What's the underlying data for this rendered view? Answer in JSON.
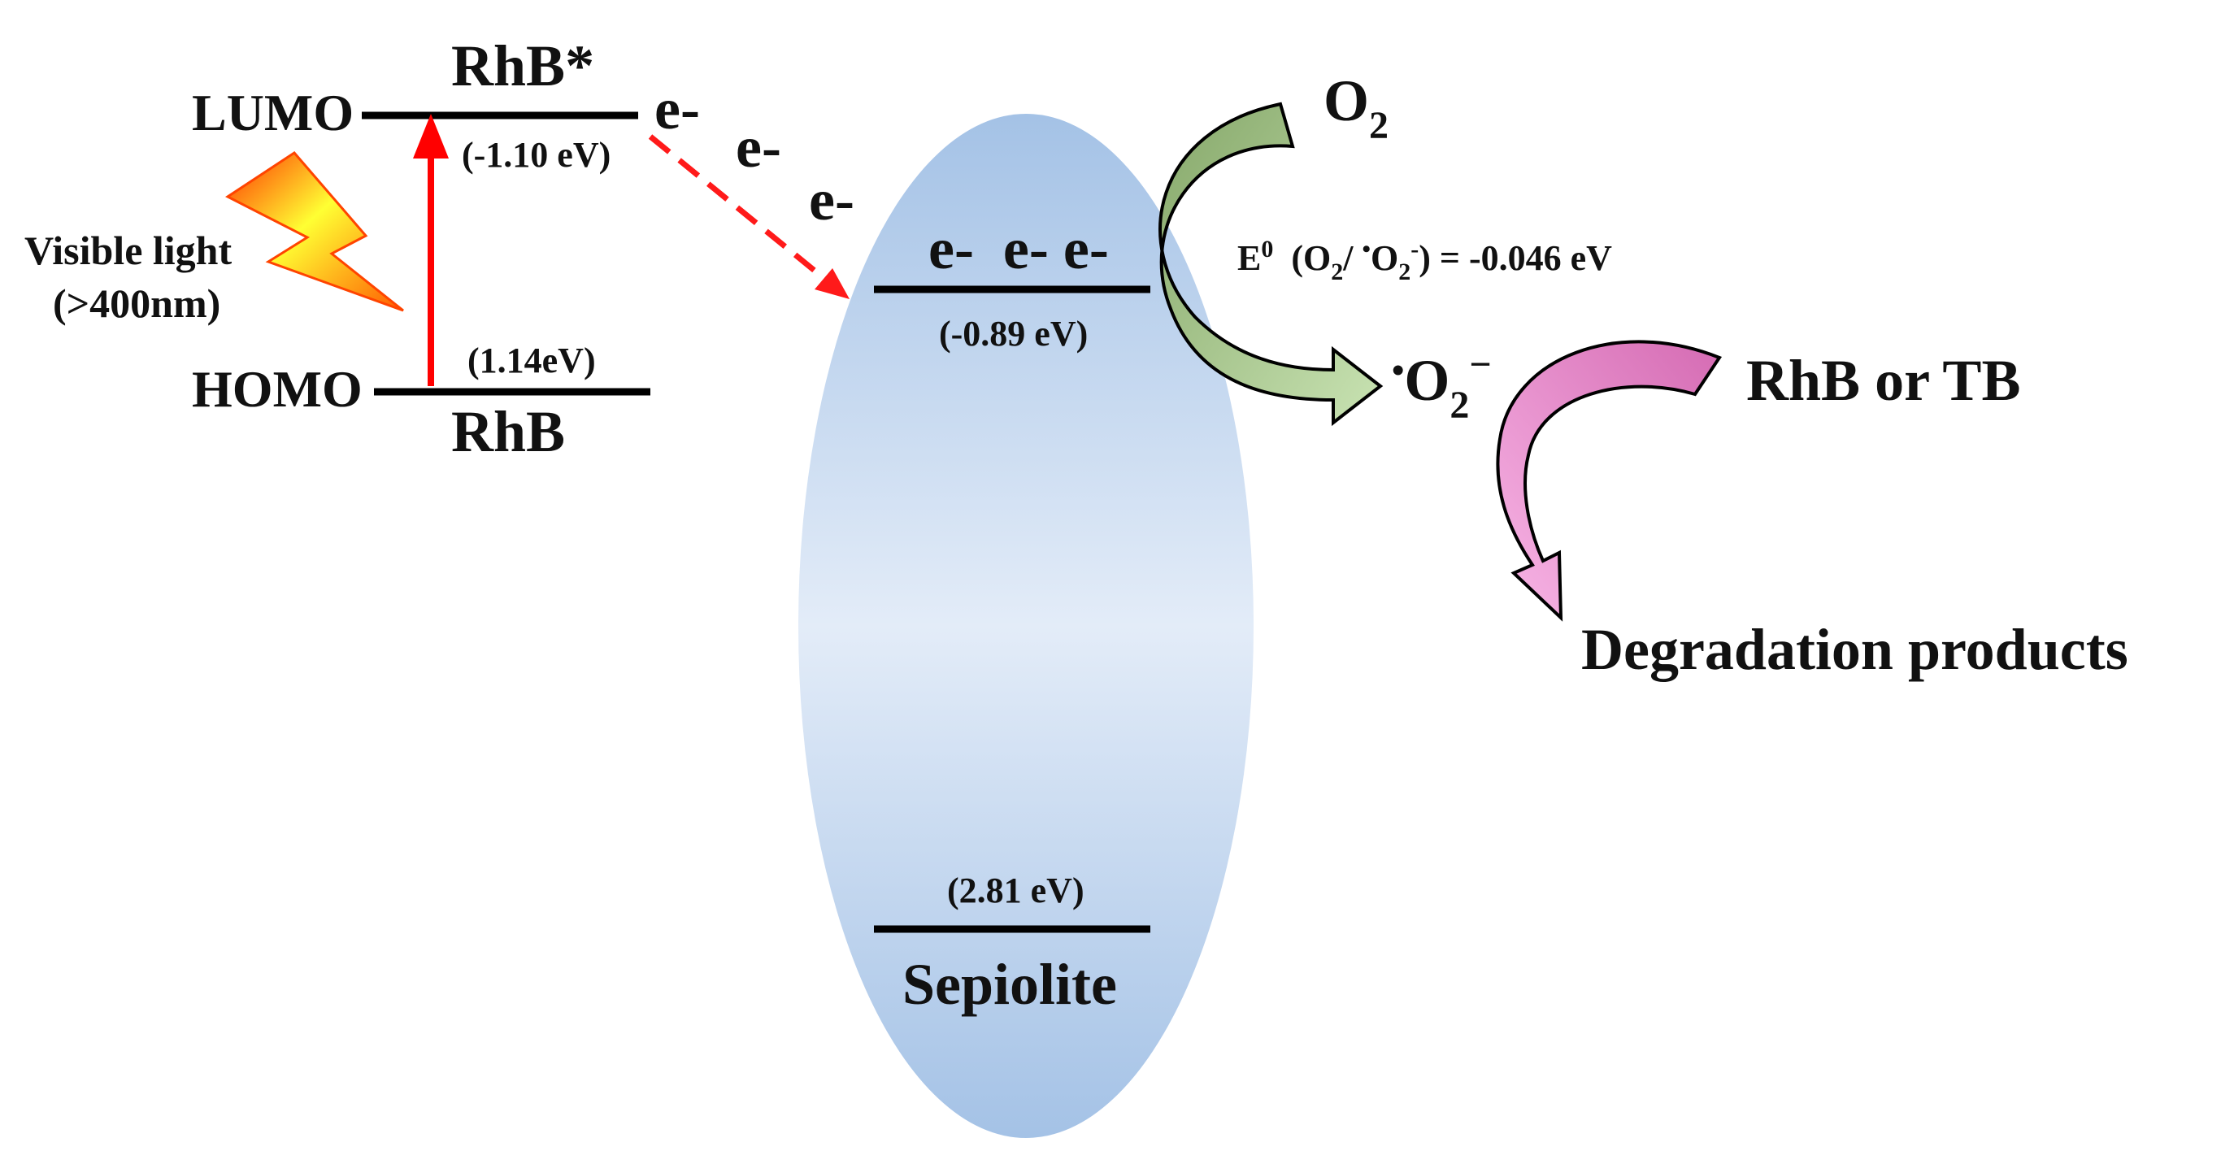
{
  "rhb": {
    "lumo_label": "LUMO",
    "homo_label": "HOMO",
    "excited_label": "RhB*",
    "ground_label": "RhB",
    "lumo_energy": "(-1.10 eV)",
    "homo_energy": "(1.14eV)"
  },
  "light": {
    "line1": "Visible light",
    "line2": "(>400nm)"
  },
  "transfer": {
    "electron_1": "e-",
    "electron_2": "e-",
    "electron_3": "e-",
    "cb_electrons": "e-  e- e-"
  },
  "sepiolite": {
    "name": "Sepiolite",
    "cb_energy": "(-0.89 eV)",
    "vb_energy": "(2.81 eV)"
  },
  "oxygen": {
    "o2_main": "O",
    "o2_sub": "2",
    "equation": {
      "e": "E",
      "e_sup": "0",
      "open": "(O",
      "sub1": "2",
      "slash": "/ ",
      "dot": "•",
      "o": "O",
      "sub2": "2",
      "sup_minus": "-",
      "close": ") = -0.046 eV"
    },
    "superoxide": {
      "dot": "•",
      "o": "O",
      "sub": "2",
      "sup": "−"
    }
  },
  "degradation": {
    "pollutant": "RhB or TB",
    "products": "Degradation products"
  },
  "colors": {
    "ellipse_edge": "#a4c2e6",
    "ellipse_center": "#e3ecf8",
    "excitation_arrow": "#ff0000",
    "transfer_arrow": "#ff1a1a",
    "green_arrow_dark": "#86a86a",
    "green_arrow_light": "#c9e3b3",
    "pink_arrow_dark": "#d56bb3",
    "pink_arrow_light": "#f8b6e6",
    "lightning_red": "#ff2a00",
    "lightning_yellow": "#ffff33"
  }
}
